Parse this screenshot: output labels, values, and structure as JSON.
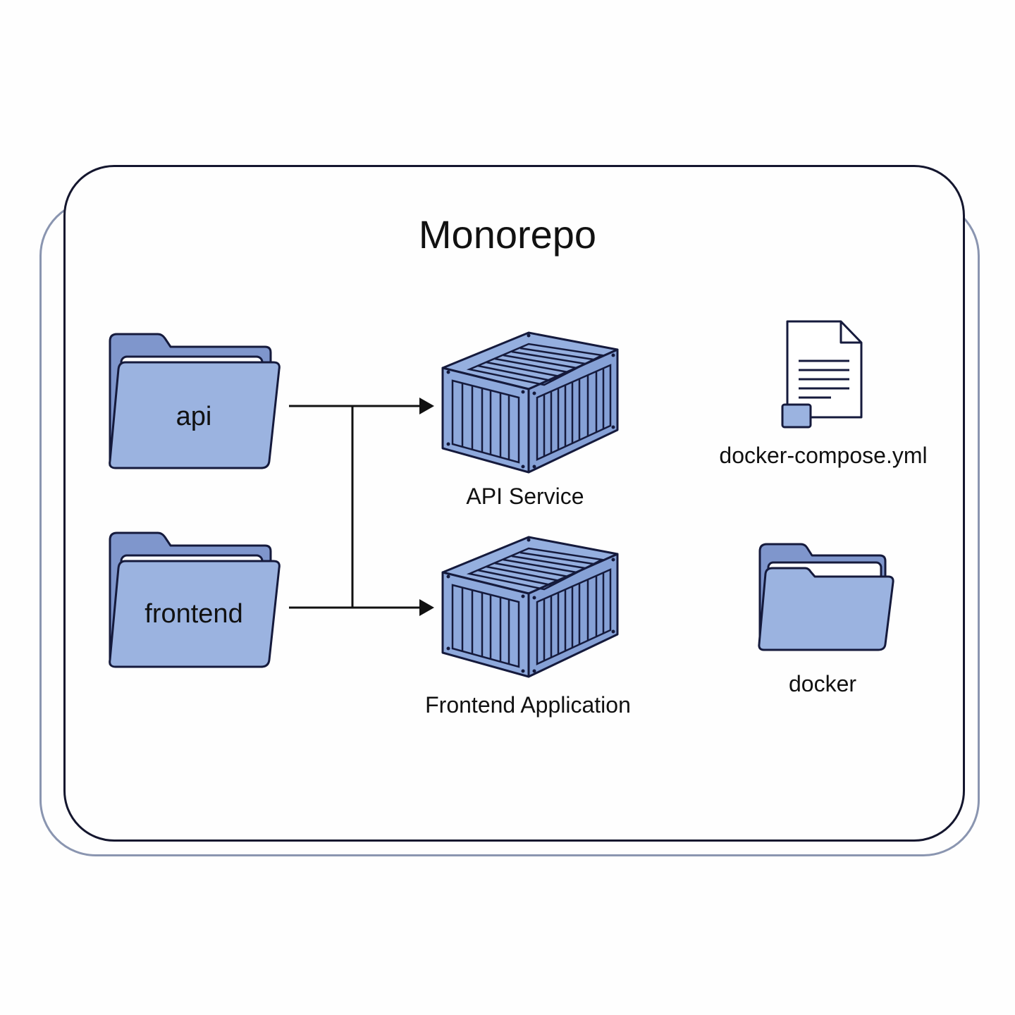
{
  "diagram": {
    "title": "Monorepo",
    "colors": {
      "folder_front": "#9bb3e0",
      "folder_back": "#7f96cc",
      "container_fill": "#8ea9dc",
      "container_top": "#95afdf",
      "stroke": "#151a3c",
      "outer_frame": "#8a95b0",
      "page_background": "#fefefe"
    },
    "source_folders": [
      {
        "id": "api",
        "label": "api",
        "icon": "folder-icon"
      },
      {
        "id": "frontend",
        "label": "frontend",
        "icon": "folder-icon"
      }
    ],
    "services": [
      {
        "id": "api-service",
        "label": "API Service",
        "icon": "container-icon"
      },
      {
        "id": "frontend-application",
        "label": "Frontend Application",
        "icon": "container-icon"
      }
    ],
    "config_files": [
      {
        "id": "docker-compose",
        "label": "docker-compose.yml",
        "icon": "document-icon"
      },
      {
        "id": "docker",
        "label": "docker",
        "icon": "folder-icon"
      }
    ],
    "connections": [
      {
        "from": "api",
        "to": "api-service"
      },
      {
        "from": "api",
        "to": "frontend-application"
      },
      {
        "from": "frontend",
        "to": "api-service"
      },
      {
        "from": "frontend",
        "to": "frontend-application"
      }
    ]
  }
}
